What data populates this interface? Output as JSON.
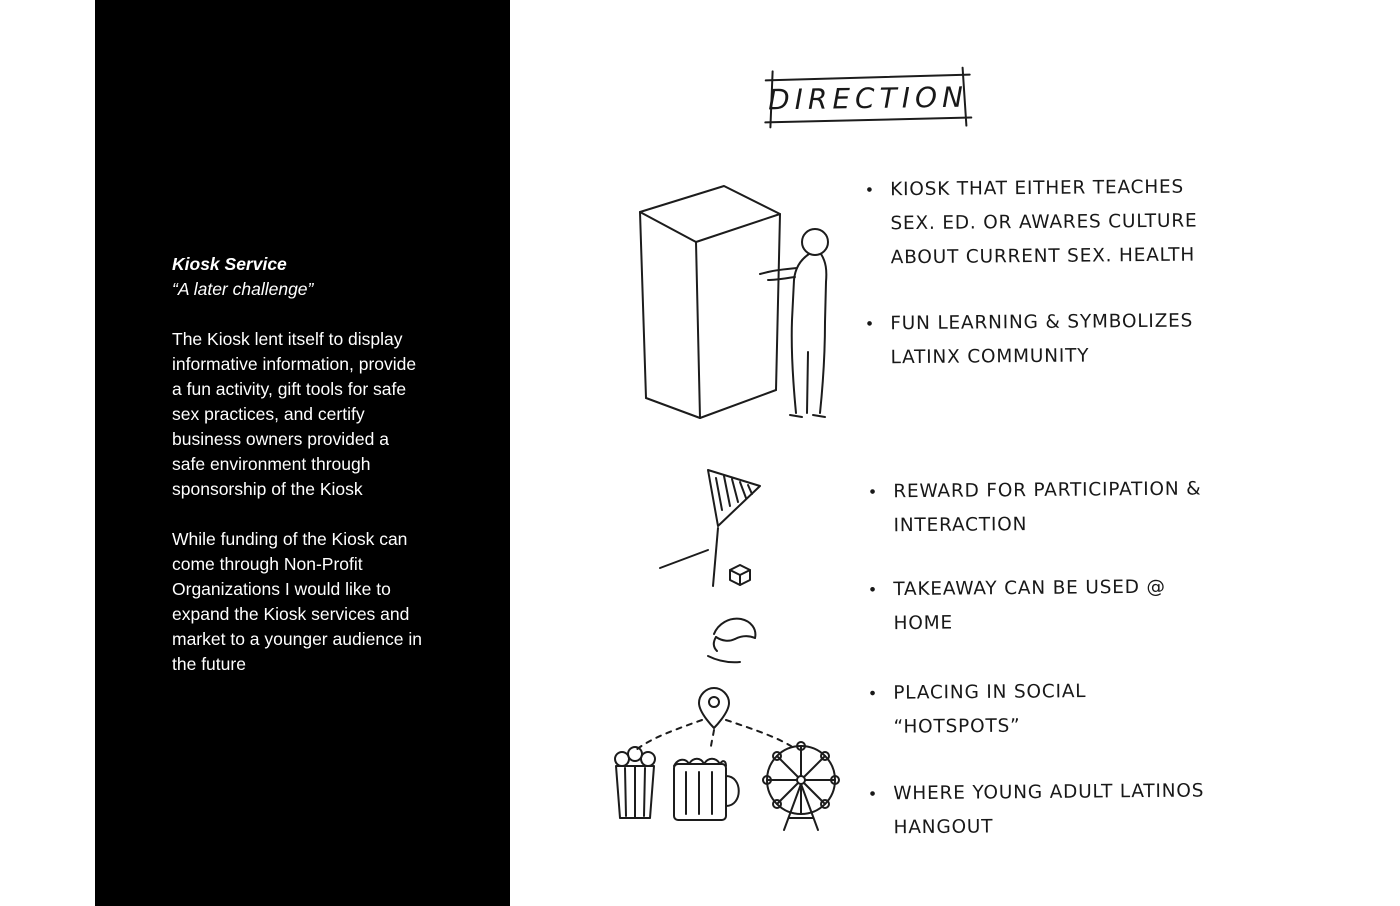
{
  "page": {
    "bg_color": "#ffffff",
    "panel_color": "#000000",
    "ink_color": "#1b1b1b"
  },
  "left_panel": {
    "title": "Kiosk Service",
    "subtitle": "“A later challenge”",
    "paragraph1": "The Kiosk lent itself to display informative information, provide a fun activity, gift tools for safe sex practices, and certify business owners provided a safe environment through sponsorship of the Kiosk",
    "paragraph2": "While funding of the Kiosk can come through Non-Profit Organizations I would like to expand the Kiosk services and market to a younger audience in the future"
  },
  "direction": {
    "heading": "DIRECTION"
  },
  "bullets": {
    "marker": "•",
    "items": [
      {
        "text": "KIOSK THAT EITHER TEACHES\nSEX. ED. OR AWARES CULTURE\nABOUT CURRENT SEX. HEALTH"
      },
      {
        "text": "FUN LEARNING & SYMBOLIZES\nLATINX COMMUNITY"
      },
      {
        "text": "REWARD FOR PARTICIPATION &\nINTERACTION"
      },
      {
        "text": "TAKEAWAY CAN BE USED @\nHOME"
      },
      {
        "text": "PLACING IN SOCIAL\n“HOTSPOTS”"
      },
      {
        "text": "WHERE YOUNG ADULT LATINOS\nHANGOUT"
      }
    ]
  },
  "sketches": {
    "kiosk": "person using tall kiosk",
    "dispenser": "prize dispensing into hand",
    "hotspots": "location pin linking popcorn, beer mug and ferris wheel"
  }
}
